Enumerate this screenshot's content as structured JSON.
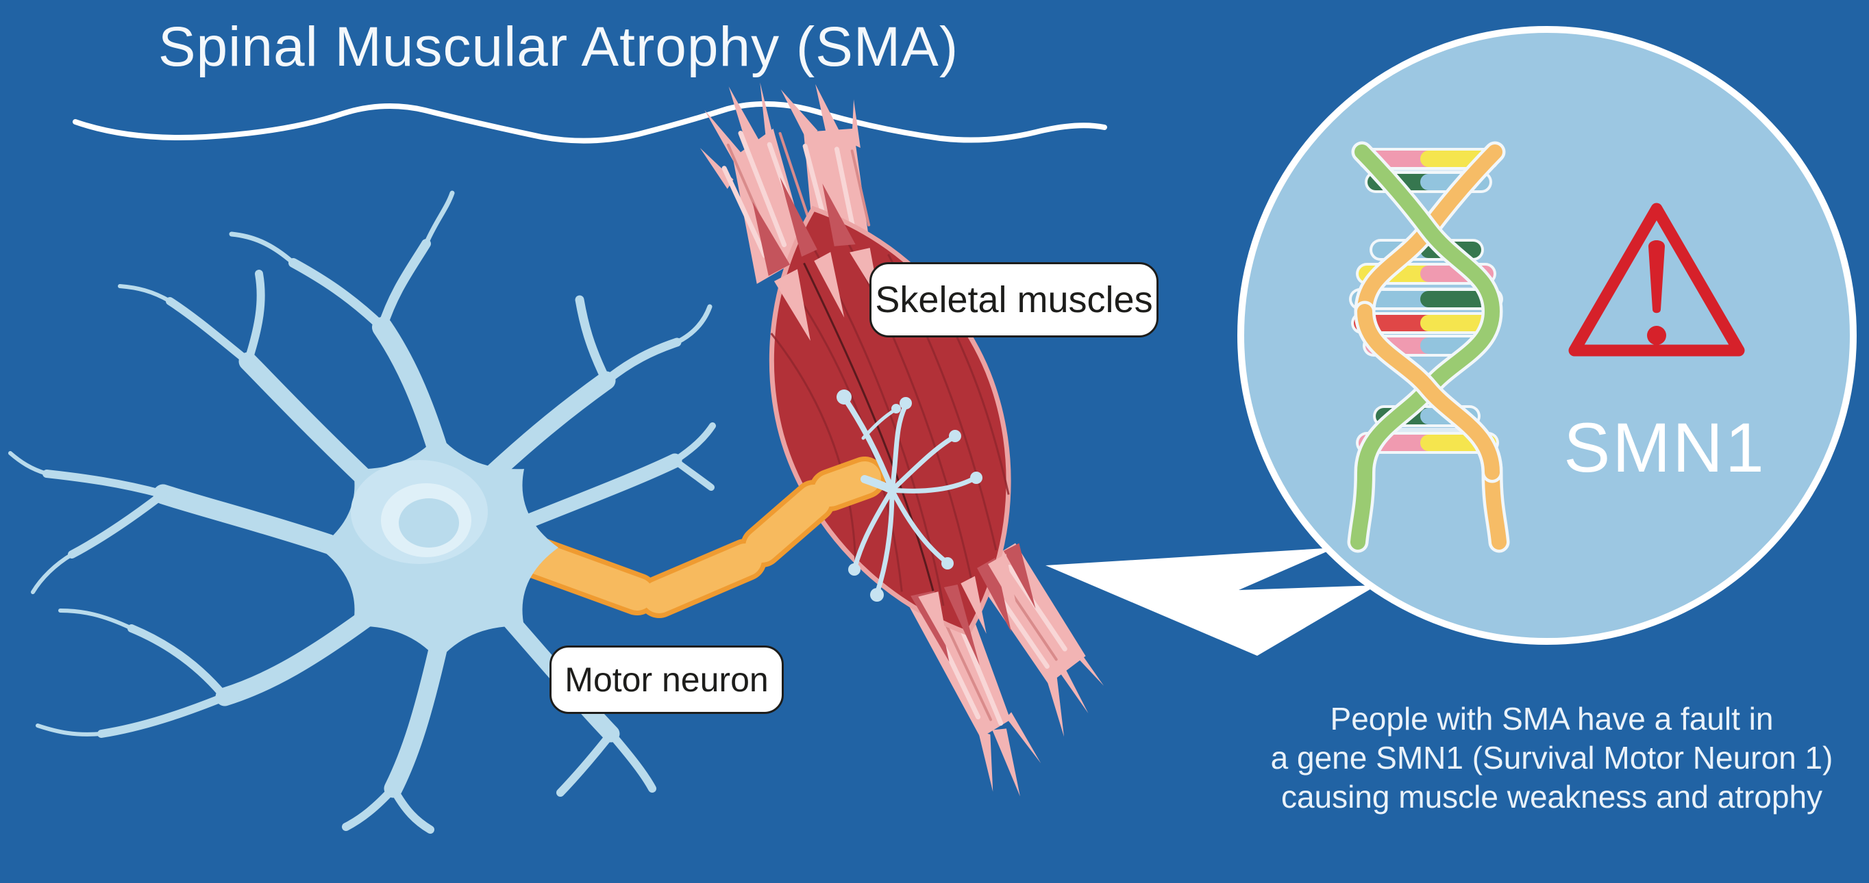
{
  "title": "Spinal Muscular Atrophy (SMA)",
  "labels": {
    "skeletal_muscles": "Skeletal muscles",
    "motor_neuron": "Motor neuron"
  },
  "magnifier": {
    "gene_label": "SMN1",
    "icons": [
      "dna-icon",
      "warning-icon"
    ]
  },
  "description": {
    "line1": "People with SMA have a fault in",
    "line2": "a gene SMN1 (Survival Motor Neuron 1)",
    "line3": "causing muscle weakness and atrophy"
  },
  "colors": {
    "background": "#2163a4",
    "title_text": "#f4f8fb",
    "label_bg": "#ffffff",
    "label_text": "#1d1d1b",
    "magnifier_circle": "#9cc7e2",
    "neuron_blue": "#b9dbec",
    "nucleus_light": "#cde6f3",
    "axon_orange": "#f7ba5e",
    "axon_outline": "#ef9b31",
    "muscle_red": "#b23138",
    "muscle_edge": "#eba3a3",
    "tendon_pink": "#f2b4b4",
    "tendon_mid_red": "#c4545c",
    "nerve_ending_blue": "#c7e3f1",
    "warning_red": "#d6212a",
    "dna_strand_green": "#9acb72",
    "dna_strand_orange": "#f6bc66",
    "dna_rung_pink": "#f09ab0",
    "dna_rung_yellow": "#f5e54e",
    "dna_rung_green": "#36774f",
    "dna_rung_blue": "#92c4de",
    "dna_rung_red": "#e04747"
  }
}
